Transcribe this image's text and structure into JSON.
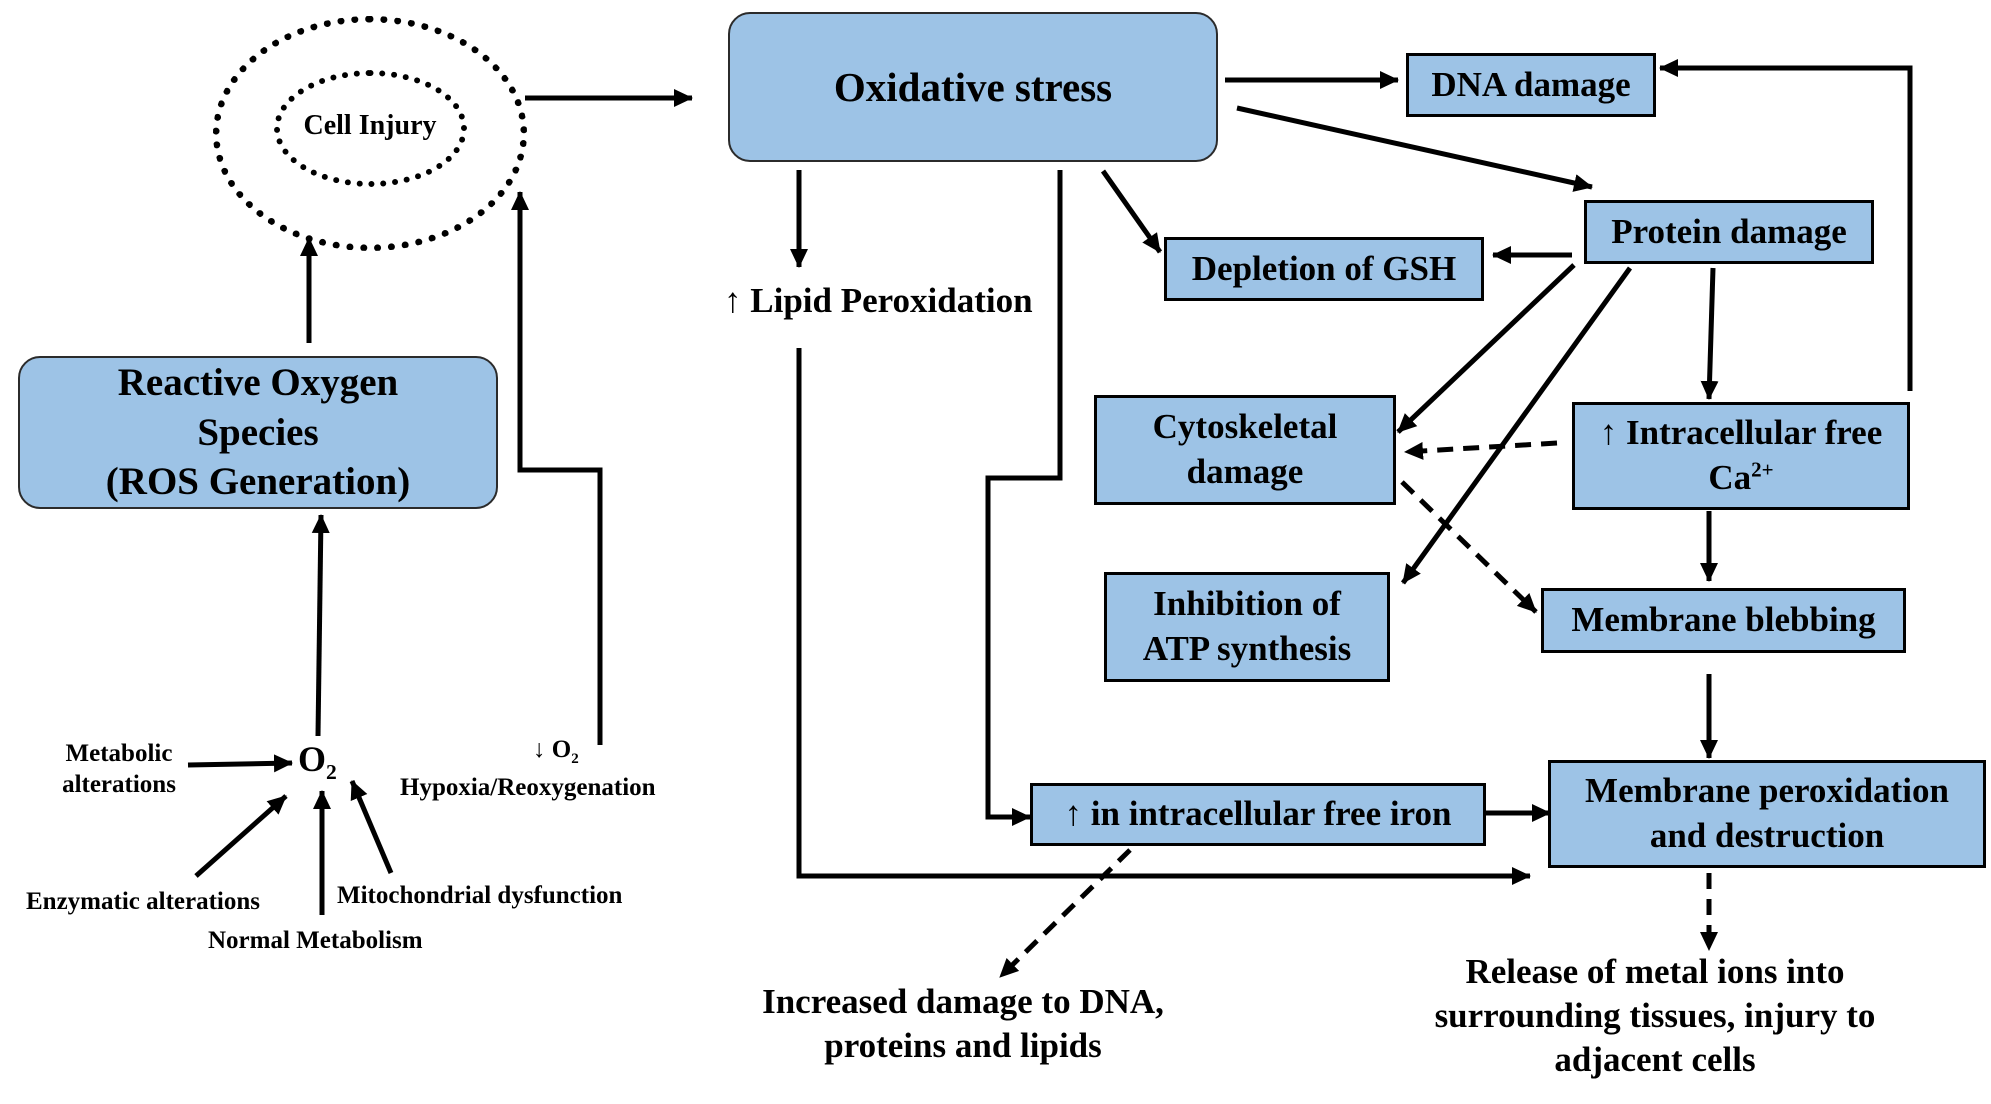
{
  "diagram": {
    "nodes": {
      "cell_injury": "Cell Injury",
      "oxidative_stress": "Oxidative stress",
      "ros": {
        "line1": "Reactive Oxygen",
        "line2": "Species",
        "line3": "(ROS Generation)"
      },
      "dna_damage": "DNA damage",
      "protein_damage": "Protein damage",
      "depletion_gsh": "Depletion of GSH",
      "lipid_peroxidation": "↑ Lipid Peroxidation",
      "cytoskeletal": {
        "line1": "Cytoskeletal",
        "line2": "damage"
      },
      "calcium": {
        "line1": "↑ Intracellular free",
        "line2_base": "Ca",
        "line2_sup": "2+"
      },
      "atp": {
        "line1": "Inhibition of",
        "line2": "ATP synthesis"
      },
      "blebbing": "Membrane blebbing",
      "iron": "↑ in intracellular free iron",
      "membrane_perox": {
        "line1": "Membrane peroxidation",
        "line2": "and destruction"
      },
      "increased_damage": {
        "line1": "Increased damage to DNA,",
        "line2": "proteins and lipids"
      },
      "release_metal": {
        "line1": "Release of metal ions into",
        "line2": "surrounding tissues, injury to",
        "line3": "adjacent cells"
      },
      "o2": {
        "base": "O",
        "sub": "2"
      },
      "low_o2": {
        "arrow": "↓ O",
        "sub": "2"
      },
      "hypoxia": "Hypoxia/Reoxygenation",
      "metabolic": {
        "line1": "Metabolic",
        "line2": "alterations"
      },
      "enzymatic": "Enzymatic alterations",
      "normal_metabolism": "Normal Metabolism",
      "mitochondrial": "Mitochondrial dysfunction"
    },
    "colors": {
      "box_fill": "#9dc3e6",
      "stroke": "#000000"
    }
  }
}
